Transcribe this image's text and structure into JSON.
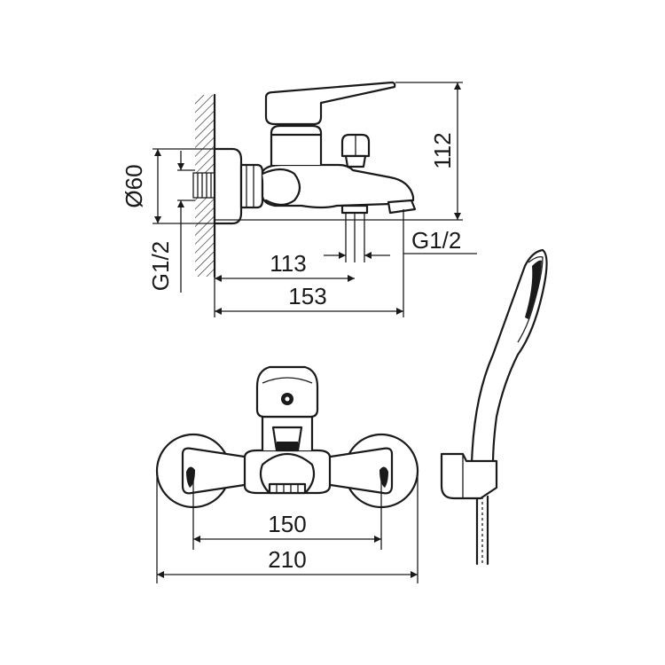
{
  "dimensions": {
    "diameter_label": "Ø60",
    "thread_left_label": "G1/2",
    "thread_right_label": "G1/2",
    "height_label": "112",
    "depth_outlet_label": "113",
    "depth_total_label": "153",
    "centers_label": "150",
    "width_total_label": "210"
  },
  "colors": {
    "line": "#1a1a1a",
    "background": "#ffffff"
  }
}
